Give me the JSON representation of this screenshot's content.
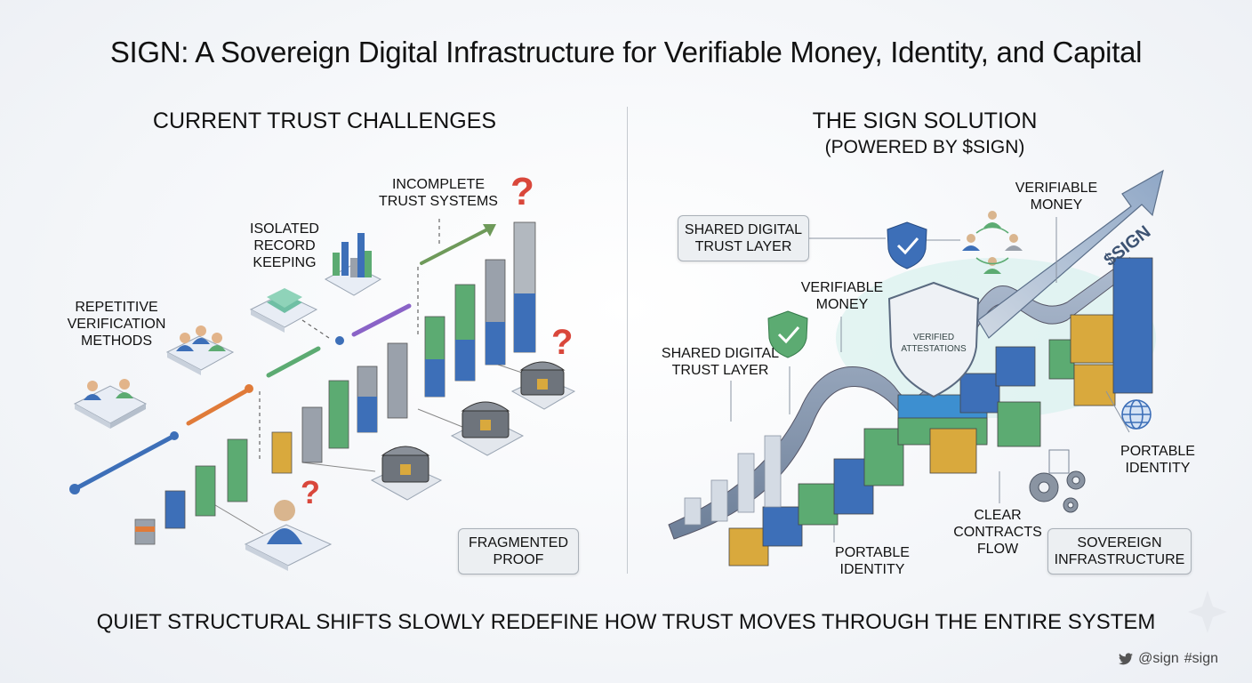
{
  "title": "SIGN: A Sovereign Digital Infrastructure for Verifiable Money, Identity, and Capital",
  "left": {
    "heading": "CURRENT TRUST CHALLENGES",
    "labels": {
      "repetitive": "REPETITIVE\nVERIFICATION\nMETHODS",
      "isolated": "ISOLATED\nRECORD\nKEEPING",
      "incomplete": "INCOMPLETE\nTRUST SYSTEMS",
      "fragmented": "FRAGMENTED\nPROOF"
    }
  },
  "right": {
    "heading": "THE SIGN SOLUTION",
    "subheading": "(POWERED BY $SIGN)",
    "labels": {
      "shared_layer_box": "SHARED DIGITAL\nTRUST LAYER",
      "verifiable_money_top": "VERIFIABLE\nMONEY",
      "verifiable_money_mid": "VERIFIABLE\nMONEY",
      "shared_layer_left": "SHARED DIGITAL\nTRUST LAYER",
      "verified_attestations": "VERIFIED\nATTESTATIONS",
      "arrow_text": "$SIGN",
      "portable_identity_right": "PORTABLE\nIDENTITY",
      "portable_identity_bottom": "PORTABLE\nIDENTITY",
      "clear_contracts": "CLEAR\nCONTRACTS\nFLOW",
      "sovereign_box": "SOVEREIGN\nINFRASTRUCTURE"
    }
  },
  "tagline": "QUIET STRUCTURAL SHIFTS SLOWLY REDEFINE HOW TRUST MOVES THROUGH THE ENTIRE SYSTEM",
  "footer": {
    "handle": "@sign",
    "hashtag": "#sign"
  },
  "colors": {
    "blue": "#3d6fb8",
    "green": "#5cab72",
    "gray": "#9aa1ab",
    "gold": "#d9a93d",
    "orange": "#e07b39",
    "red": "#d9473b",
    "purple": "#8a63c7"
  }
}
